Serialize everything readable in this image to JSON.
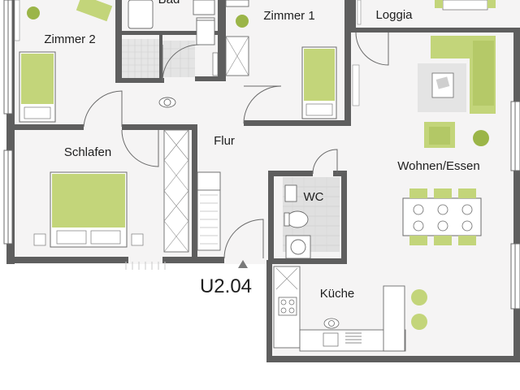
{
  "plan": {
    "unit_label": "U2.04",
    "rooms": {
      "bad": "Bad",
      "zimmer1": "Zimmer 1",
      "zimmer2": "Zimmer 2",
      "loggia": "Loggia",
      "flur": "Flur",
      "schlafen": "Schlafen",
      "wohnen_essen": "Wohnen/Essen",
      "wc": "WC",
      "kueche": "Küche"
    },
    "colors": {
      "wall": "#5e5e5e",
      "floor": "#f5f4f4",
      "furniture": "#c3d57a",
      "furniture_dark": "#9bb548",
      "tile": "#e0e0e0",
      "line": "#7a7a7a"
    }
  }
}
